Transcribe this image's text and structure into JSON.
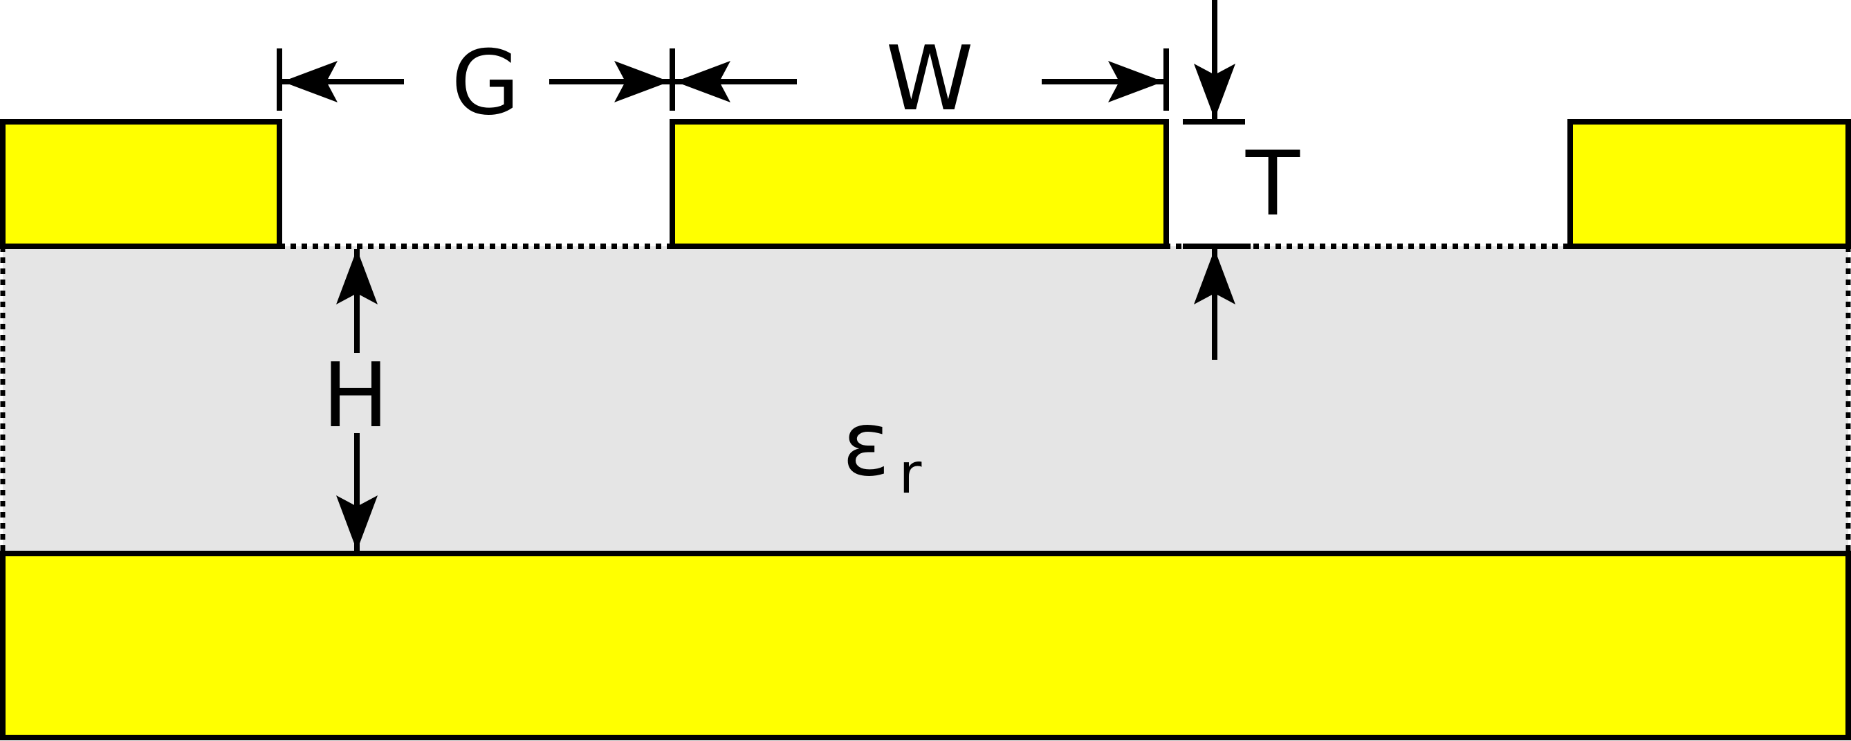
{
  "diagram": {
    "labels": {
      "gap": "G",
      "width": "W",
      "thickness": "T",
      "height": "H",
      "permittivity_symbol": "ε",
      "permittivity_subscript": "r"
    },
    "colors": {
      "conductor": "#FFFF00",
      "dielectric": "#E5E5E5",
      "stroke": "#000000",
      "background": "#FFFFFF"
    }
  }
}
